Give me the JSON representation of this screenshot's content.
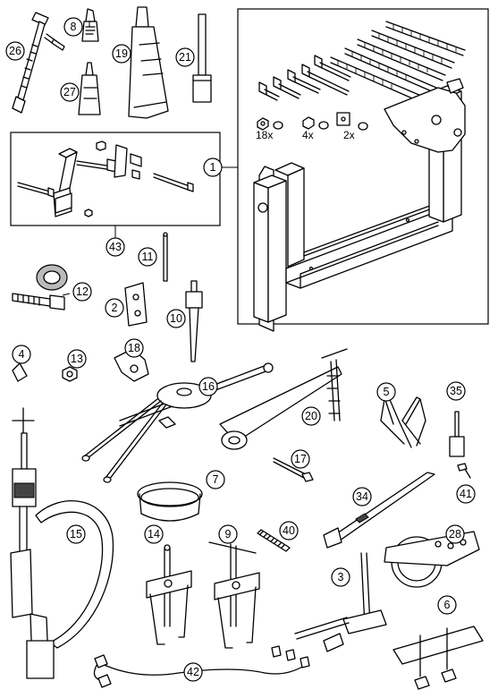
{
  "callouts": {
    "c1": "1",
    "c3": "3",
    "c4": "4",
    "c5": "5",
    "c6": "6",
    "c7": "7",
    "c8": "8",
    "c9": "9",
    "c10": "10",
    "c11": "11",
    "c12": "12",
    "c13": "13",
    "c14": "14",
    "c15": "15",
    "c16": "16",
    "c17": "17",
    "c18": "18",
    "c19": "19",
    "c20": "20",
    "c21": "21",
    "c26": "26",
    "c27": "27",
    "c28": "28",
    "c34": "34",
    "c35": "35",
    "c40": "40",
    "c41": "41",
    "c42": "42",
    "c43": "43",
    "c2": "2"
  },
  "quantities": {
    "nuts": "18x",
    "washers": "4x",
    "plates": "2x"
  }
}
